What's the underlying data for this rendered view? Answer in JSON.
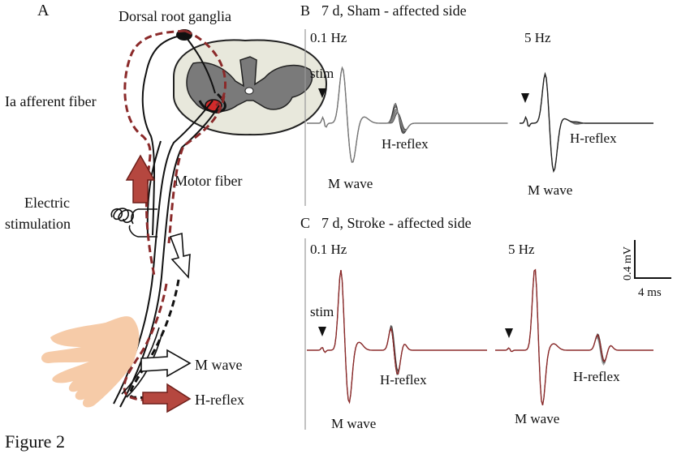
{
  "figure_label": "Figure 2",
  "panel_a": {
    "letter": "A",
    "dorsal_root_ganglia": "Dorsal root ganglia",
    "ia_afferent_fiber": "Ia  afferent fiber",
    "motor_fiber": "Motor fiber",
    "electric_line1": "Electric",
    "electric_line2": "stimulation",
    "m_wave": "M  wave",
    "h_reflex": "H-reflex"
  },
  "panel_b": {
    "letter": "B",
    "title": "7 d, Sham - affected side",
    "freq_left": "0.1 Hz",
    "freq_right": "5 Hz",
    "stim": "stim",
    "h_reflex_left": "H-reflex",
    "h_reflex_right": "H-reflex",
    "m_wave_left": "M wave",
    "m_wave_right": "M wave"
  },
  "panel_c": {
    "letter": "C",
    "title": "7 d, Stroke - affected side",
    "freq_left": "0.1 Hz",
    "freq_right": "5 Hz",
    "stim": "stim",
    "h_reflex_left": "H-reflex",
    "h_reflex_right": "H-reflex",
    "m_wave_left": "M wave",
    "m_wave_right": "M wave"
  },
  "scale_bar": {
    "voltage": "0.4 mV",
    "time": "4 ms"
  },
  "colors": {
    "afferent": "#8b2a2a",
    "arrow_red": "#b5473f",
    "hand": "#f6cba8",
    "gray_matter": "#7a7a7a",
    "white_matter": "#e8e8dc",
    "trace": "#2b2b2b"
  }
}
